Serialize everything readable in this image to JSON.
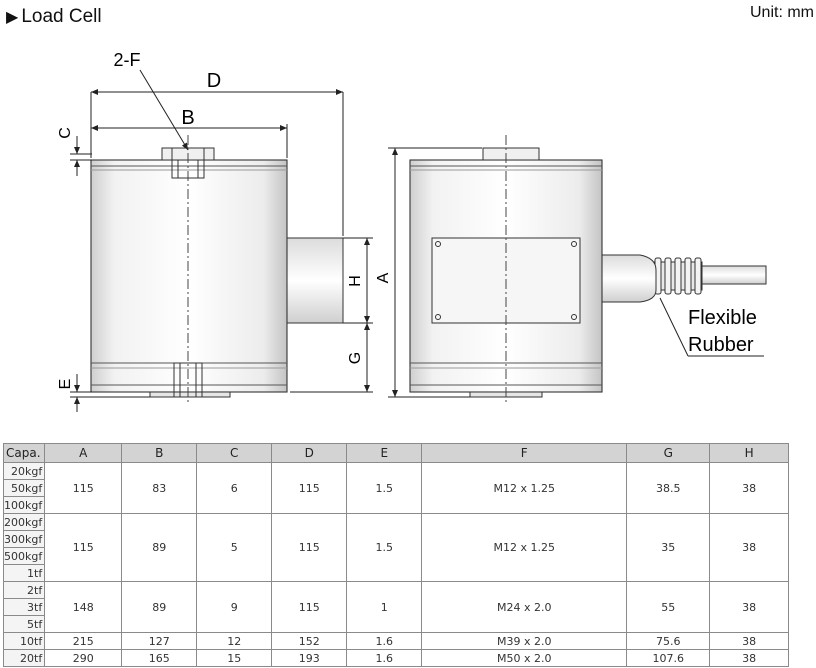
{
  "header": {
    "title": "Load Cell",
    "unit": "Unit: mm"
  },
  "drawing": {
    "dim_labels": {
      "D": "D",
      "B": "B",
      "F": "2-F",
      "C": "C",
      "E": "E",
      "G": "G",
      "H": "H",
      "A": "A"
    },
    "callout": [
      "Flexible",
      "Rubber"
    ]
  },
  "table": {
    "headers": [
      "Capa.",
      "A",
      "B",
      "C",
      "D",
      "E",
      "F",
      "G",
      "H"
    ],
    "groups": [
      {
        "capacities": [
          "20kgf",
          "50kgf",
          "100kgf"
        ],
        "A": "115",
        "B": "83",
        "C": "6",
        "D": "115",
        "E": "1.5",
        "F": "M12 x 1.25",
        "G": "38.5",
        "H": "38"
      },
      {
        "capacities": [
          "200kgf",
          "300kgf",
          "500kgf",
          "1tf"
        ],
        "A": "115",
        "B": "89",
        "C": "5",
        "D": "115",
        "E": "1.5",
        "F": "M12 x 1.25",
        "G": "35",
        "H": "38"
      },
      {
        "capacities": [
          "2tf",
          "3tf",
          "5tf"
        ],
        "A": "148",
        "B": "89",
        "C": "9",
        "D": "115",
        "E": "1",
        "F": "M24 x 2.0",
        "G": "55",
        "H": "38"
      },
      {
        "capacities": [
          "10tf"
        ],
        "A": "215",
        "B": "127",
        "C": "12",
        "D": "152",
        "E": "1.6",
        "F": "M39 x 2.0",
        "G": "75.6",
        "H": "38"
      },
      {
        "capacities": [
          "20tf"
        ],
        "A": "290",
        "B": "165",
        "C": "15",
        "D": "193",
        "E": "1.6",
        "F": "M50 x 2.0",
        "G": "107.6",
        "H": "38"
      }
    ]
  }
}
